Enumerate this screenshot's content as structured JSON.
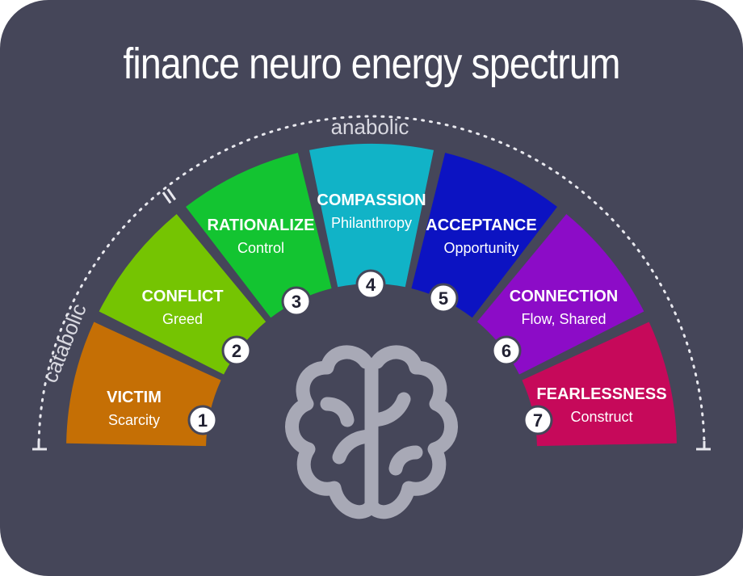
{
  "title": "finance neuro energy spectrum",
  "scale": {
    "catabolic": "catabolic",
    "anabolic": "anabolic"
  },
  "levels": [
    {
      "number": "1",
      "name": "VICTIM",
      "trait": "Scarcity",
      "color": "#c56f05"
    },
    {
      "number": "2",
      "name": "CONFLICT",
      "trait": "Greed",
      "color": "#75c402"
    },
    {
      "number": "3",
      "name": "RATIONALIZE",
      "trait": "Control",
      "color": "#13c431"
    },
    {
      "number": "4",
      "name": "COMPASSION",
      "trait": "Philanthropy",
      "color": "#11b3c7"
    },
    {
      "number": "5",
      "name": "ACCEPTANCE",
      "trait": "Opportunity",
      "color": "#0c13c2"
    },
    {
      "number": "6",
      "name": "CONNECTION",
      "trait": "Flow, Shared",
      "color": "#8c0cc7"
    },
    {
      "number": "7",
      "name": "FEARLESSNESS",
      "trait": "Construct",
      "color": "#c6095a"
    }
  ],
  "icons": {
    "center": "brain-icon"
  }
}
